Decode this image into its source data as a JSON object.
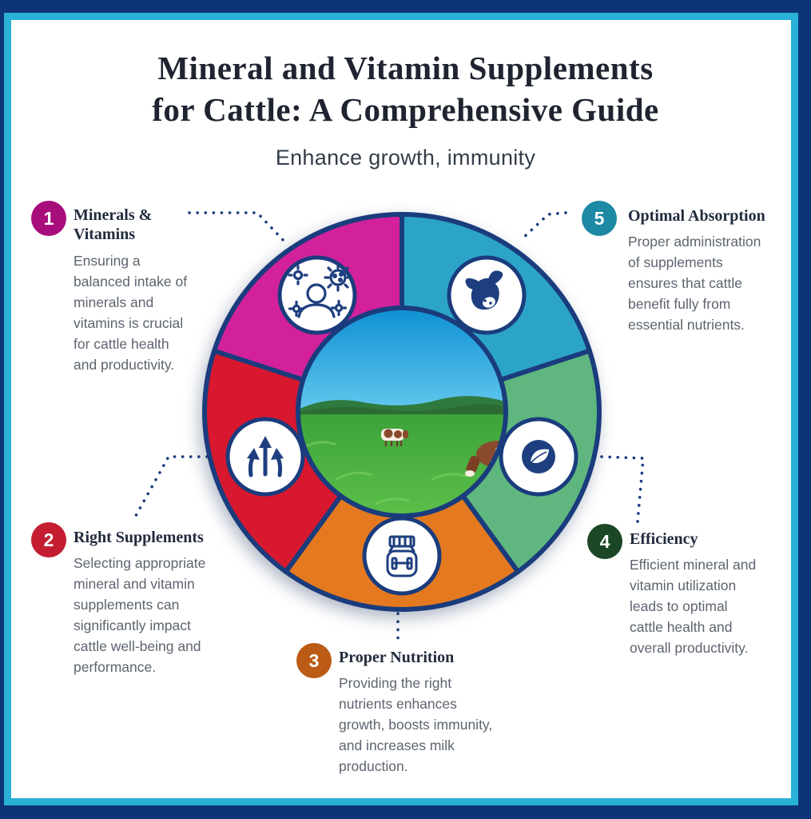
{
  "colors": {
    "frame_navy": "#0e3478",
    "frame_teal": "#29b1d7",
    "wheel_outline_navy": "#1a3c7d",
    "connector_navy": "#1a3c7d",
    "title_color": "#1f2430",
    "body_text_color": "#5d6470"
  },
  "header": {
    "title": "Mineral and Vitamin Supplements\nfor Cattle: A Comprehensive Guide",
    "subtitle": "Enhance growth, immunity"
  },
  "center": {
    "image_description": "photo of cattle grazing in a green pasture under a blue sky"
  },
  "items": [
    {
      "number": "1",
      "label": "Minerals &\nVitamins",
      "description": "Ensuring a balanced intake of minerals and vitamins is crucial for cattle health and productivity.",
      "badge_color": "#a80d7c",
      "segment_color": "#d2219b",
      "icon": "person-with-viruses-immunity-icon"
    },
    {
      "number": "2",
      "label": "Right Supplements",
      "description": "Selecting appropriate mineral and vitamin supplements can significantly impact cattle well-being and performance.",
      "badge_color": "#c41c31",
      "segment_color": "#d7182f",
      "icon": "three-up-arrows-growth-icon"
    },
    {
      "number": "3",
      "label": "Proper Nutrition",
      "description": "Providing the right nutrients enhances growth, boosts immunity, and increases milk production.",
      "badge_color": "#bc5b16",
      "segment_color": "#e4791f",
      "icon": "supplement-jar-dumbbell-icon"
    },
    {
      "number": "4",
      "label": "Efficiency",
      "description": "Efficient mineral and vitamin utilization leads to optimal cattle health and overall productivity.",
      "badge_color": "#1c4727",
      "segment_color": "#5fb77f",
      "icon": "leaf-in-circle-icon"
    },
    {
      "number": "5",
      "label": "Optimal Absorption",
      "description": "Proper administration of supplements ensures that cattle benefit fully from essential nutrients.",
      "badge_color": "#1e89a4",
      "segment_color": "#2ca4c9",
      "icon": "cow-head-icon"
    }
  ]
}
